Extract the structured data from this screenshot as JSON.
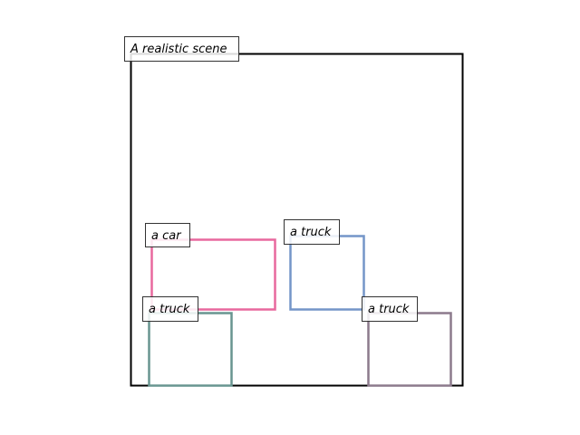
{
  "scene": {
    "caption": "A realistic scene",
    "frame_color": "#000000"
  },
  "boxes": [
    {
      "label": "a car",
      "color": "#e8689e"
    },
    {
      "label": "a truck",
      "color": "#7495c8"
    },
    {
      "label": "a truck",
      "color": "#689590"
    },
    {
      "label": "a truck",
      "color": "#8c7a8c"
    }
  ]
}
